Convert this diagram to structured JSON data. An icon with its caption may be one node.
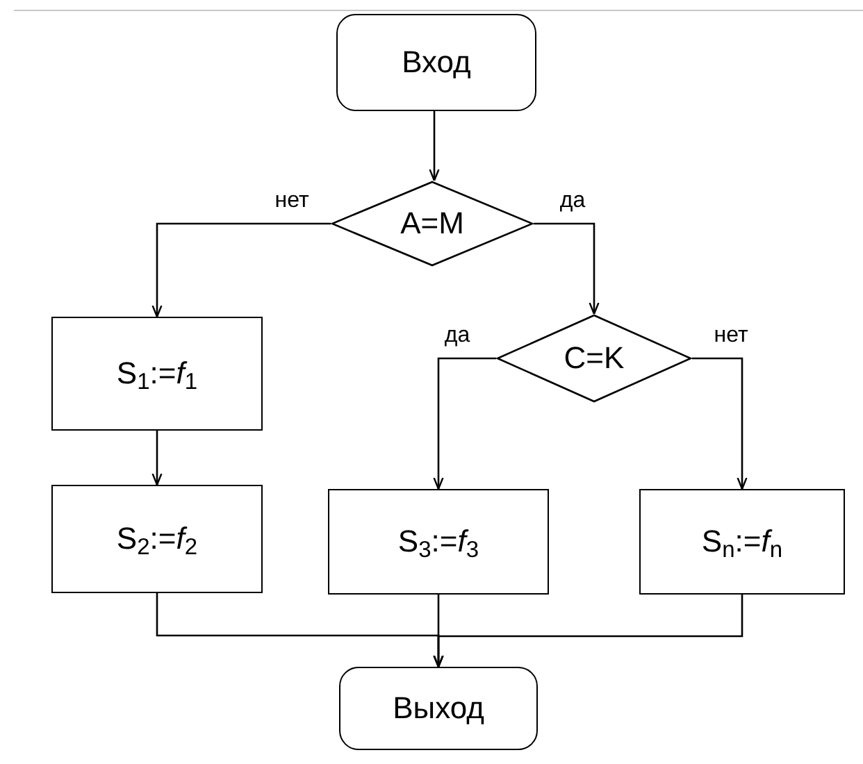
{
  "diagram": {
    "nodes": [
      {
        "text": [
          "Вход"
        ]
      },
      {
        "text": [
          "A=M"
        ]
      },
      {
        "text": [
          "S$_{1}$:=*f*$_{1}$"
        ]
      },
      {
        "text": [
          "C=K"
        ]
      },
      {
        "text": [
          "S$_{2}$:=*f*$_{2}$"
        ]
      },
      {
        "text": [
          "S$_{3}$:=*f*$_{3}$"
        ]
      },
      {
        "text": [
          "S$_{n}$:=*f*$_{n}$"
        ]
      },
      {
        "text": [
          "Выход"
        ]
      }
    ],
    "edges": [
      {
        "from": 0,
        "to": 1,
        "arrow": "to"
      },
      {
        "from": 1,
        "to": 2,
        "label": "нет",
        "arrow": "to"
      },
      {
        "from": 1,
        "to": 3,
        "label": "да",
        "arrow": "to"
      },
      {
        "from": 2,
        "to": 4,
        "arrow": "to"
      },
      {
        "from": 3,
        "to": 5,
        "label": "да",
        "arrow": "to"
      },
      {
        "from": 3,
        "to": 6,
        "label": "нет",
        "arrow": "to"
      },
      {
        "from": 4,
        "to": 7,
        "arrow": "to"
      },
      {
        "from": 5,
        "to": 7,
        "arrow": "to"
      },
      {
        "from": 6,
        "to": 7,
        "arrow": "to"
      }
    ]
  }
}
